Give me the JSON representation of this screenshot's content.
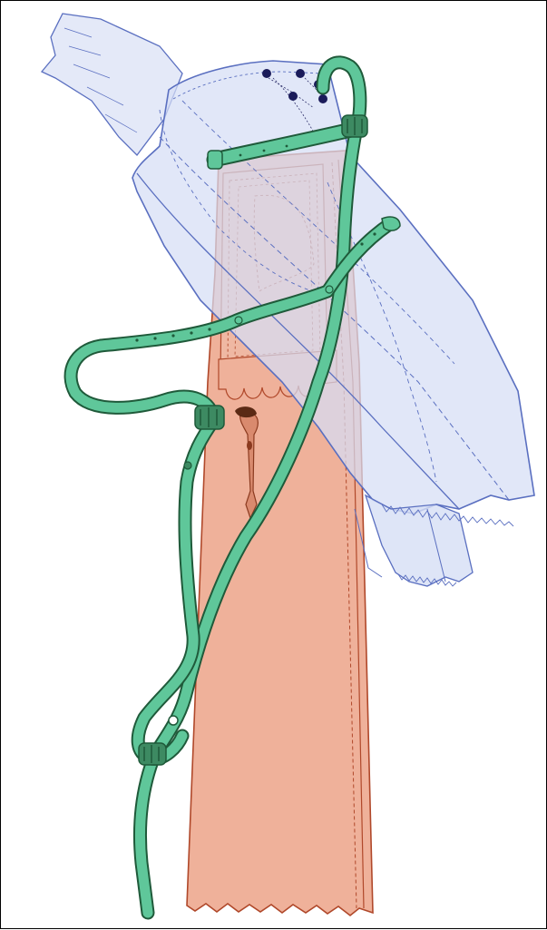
{
  "figure": {
    "parts": [
      {
        "name": "quiver-body",
        "color": "#e8a58d",
        "stroke": "#b0482a"
      },
      {
        "name": "lid-cover",
        "color": "#c9d3f0",
        "stroke": "#5a6fc0"
      },
      {
        "name": "strap",
        "color": "#5fc79a",
        "stroke": "#1f5a3a"
      },
      {
        "name": "rivet",
        "color": "#1a1b5a"
      }
    ],
    "background": "#ffffff",
    "frame": "#000000"
  }
}
